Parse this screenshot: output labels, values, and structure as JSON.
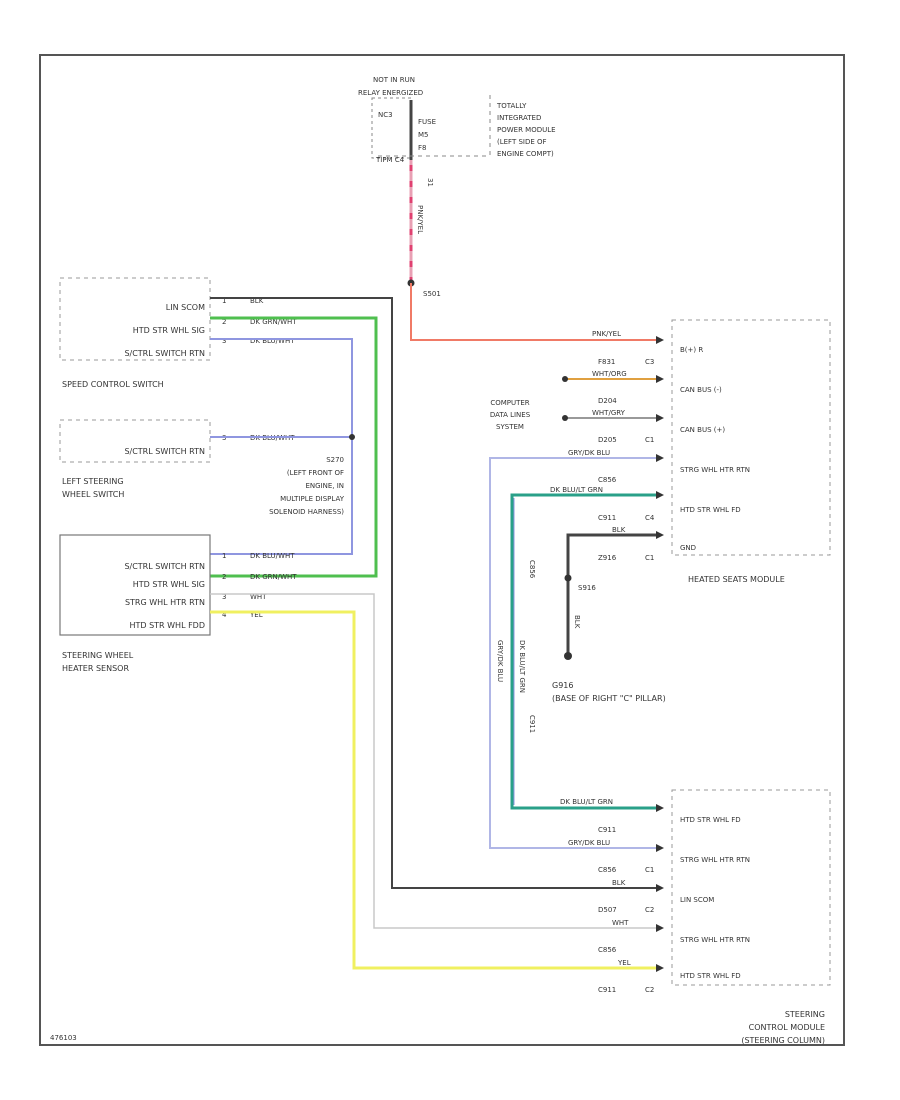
{
  "relay": {
    "line1": "NOT IN RUN",
    "line2": "RELAY ENERGIZED",
    "nc": "NC3",
    "fuse_l1": "FUSE",
    "fuse_l2": "M5",
    "fuse_l3": "F8",
    "pwr_src": "TIPM C4"
  },
  "tipm": {
    "l1": "TOTALLY",
    "l2": "INTEGRATED",
    "l3": "POWER MODULE",
    "l4": "(LEFT SIDE OF",
    "l5": "ENGINE COMPT)"
  },
  "fuse_wire": {
    "pin": "31",
    "color": "PNK/YEL",
    "splice": "S501"
  },
  "speed_switch": {
    "pins": [
      "LIN SCOM",
      "HTD STR WHL SIG",
      "S/CTRL SWITCH RTN"
    ],
    "title": "SPEED CONTROL SWITCH",
    "pin_nums": [
      "1",
      "2",
      "3"
    ],
    "wires": [
      "BLK",
      "DK GRN/WHT",
      "DK BLU/WHT"
    ]
  },
  "lsw_switch": {
    "pin": "S/CTRL SWITCH RTN",
    "pin_num": "3",
    "wire": "DK BLU/WHT",
    "title1": "LEFT STEERING",
    "title2": "WHEEL SWITCH"
  },
  "splice_s270": {
    "l1": "S270",
    "l2": "(LEFT FRONT OF",
    "l3": "ENGINE, IN",
    "l4": "MULTIPLE DISPLAY",
    "l5": "SOLENOID HARNESS)"
  },
  "heater_sensor": {
    "pins": [
      "S/CTRL SWITCH RTN",
      "HTD STR WHL SIG",
      "STRG WHL HTR RTN",
      "HTD STR WHL FDD"
    ],
    "pin_nums": [
      "1",
      "2",
      "3",
      "4"
    ],
    "wires": [
      "DK BLU/WHT",
      "DK GRN/WHT",
      "WHT",
      "YEL"
    ],
    "title1": "STEERING WHEEL",
    "title2": "HEATER SENSOR"
  },
  "heated_seats": {
    "pins": [
      "B(+) R",
      "CAN BUS (-)",
      "CAN BUS (+)",
      "STRG WHL HTR RTN",
      "HTD STR WHL FD",
      "GND"
    ],
    "wires": [
      "PNK/YEL",
      "WHT/ORG",
      "WHT/GRY",
      "GRY/DK BLU",
      "DK BLU/LT GRN",
      "BLK"
    ],
    "circuits": [
      "F831",
      "D204",
      "D205",
      "C856",
      "C911",
      "Z916"
    ],
    "conns": [
      "C3",
      "",
      "C1",
      "",
      "C4",
      "C1"
    ],
    "title": "HEATED SEATS MODULE"
  },
  "can_label": {
    "l1": "COMPUTER",
    "l2": "DATA LINES",
    "l3": "SYSTEM"
  },
  "ground": {
    "splice": "S916",
    "wire": "BLK",
    "g1": "G916",
    "g2": "(BASE OF RIGHT \"C\" PILLAR)"
  },
  "vert_wires": {
    "w1": "GRY/DK BLU",
    "w2": "DK BLU/LT GRN",
    "c1": "C856",
    "c2": "C911"
  },
  "steering_module": {
    "pins": [
      "HTD STR WHL FD",
      "STRG WHL HTR RTN",
      "LIN SCOM",
      "STRG WHL HTR RTN",
      "HTD STR WHL FD"
    ],
    "wires": [
      "DK BLU/LT GRN",
      "GRY/DK BLU",
      "BLK",
      "WHT",
      "YEL"
    ],
    "circuits": [
      "C911",
      "C856",
      "D507",
      "C856",
      "C911"
    ],
    "conns": [
      "",
      "C1",
      "C2",
      "",
      "C2"
    ],
    "title1": "STEERING",
    "title2": "CONTROL MODULE",
    "title3": "(STEERING COLUMN)"
  },
  "footer_code": "476103",
  "colors": {
    "pnk": "#e8a0b4",
    "red": "#f07a66",
    "green": "#4fbf4f",
    "blue": "#8f96e0",
    "teal": "#2aa089",
    "yellow": "#f0f060",
    "black": "#444444",
    "gray": "#c8c8c8"
  }
}
